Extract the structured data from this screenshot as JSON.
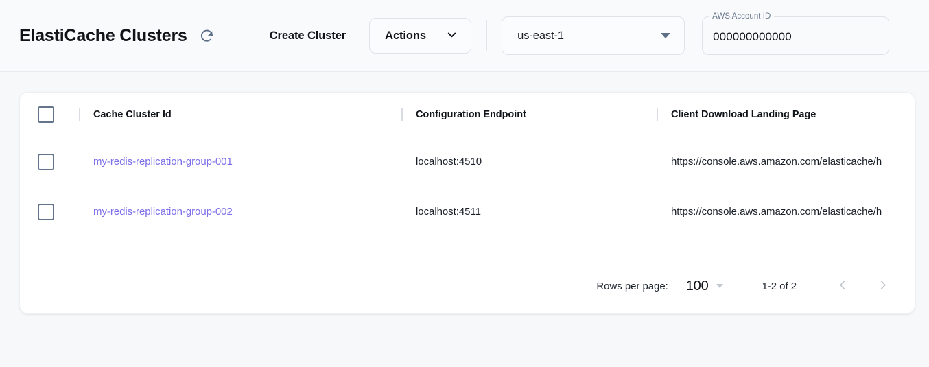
{
  "header": {
    "title": "ElastiCache Clusters",
    "refresh_icon": "refresh-icon",
    "create_cluster_label": "Create Cluster",
    "actions_label": "Actions",
    "actions_caret_icon": "chevron-down-icon",
    "region": {
      "value": "us-east-1",
      "caret_icon": "caret-down-icon"
    },
    "account": {
      "label": "AWS Account ID",
      "value": "000000000000"
    }
  },
  "table": {
    "columns": [
      {
        "key": "select",
        "label": ""
      },
      {
        "key": "cluster_id",
        "label": "Cache Cluster Id"
      },
      {
        "key": "endpoint",
        "label": "Configuration Endpoint"
      },
      {
        "key": "landing_page",
        "label": "Client Download Landing Page"
      }
    ],
    "rows": [
      {
        "cluster_id": "my-redis-replication-group-001",
        "endpoint": "localhost:4510",
        "landing_page": "https://console.aws.amazon.com/elasticache/h"
      },
      {
        "cluster_id": "my-redis-replication-group-002",
        "endpoint": "localhost:4511",
        "landing_page": "https://console.aws.amazon.com/elasticache/h"
      }
    ]
  },
  "pagination": {
    "rows_per_page_label": "Rows per page:",
    "rows_per_page_value": "100",
    "range_label": "1-2 of 2",
    "prev_icon": "chevron-left-icon",
    "next_icon": "chevron-right-icon"
  },
  "colors": {
    "link": "#7b6ee8",
    "page_bg": "#f7f8fa",
    "card_bg": "#ffffff",
    "checkbox_border": "#64748b",
    "caret": "#5c6f87"
  }
}
